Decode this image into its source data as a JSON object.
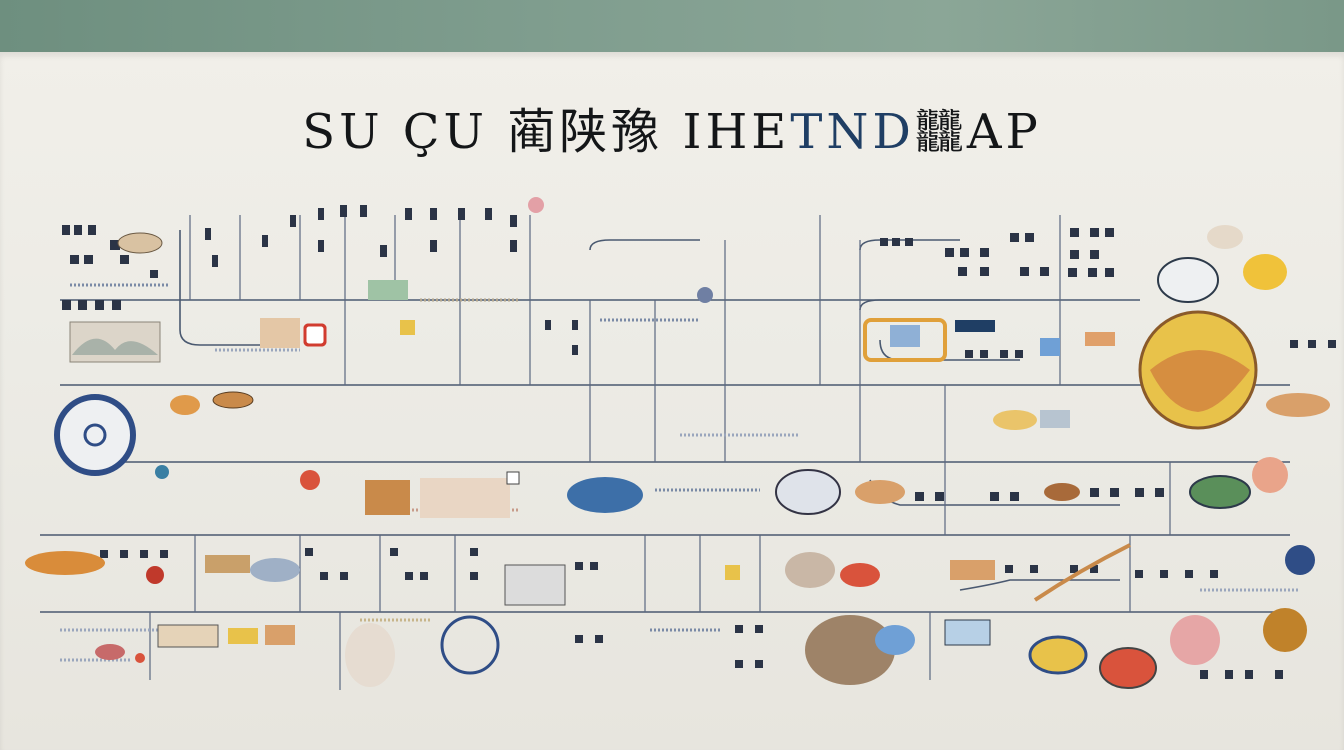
{
  "poster": {
    "title_parts": [
      "SU ÇU 蔺陕豫 ІНЕ",
      "TND",
      "𪚥AP"
    ],
    "colors": {
      "wall": "#7a9888",
      "paper": "#ecebe5",
      "ink_dark": "#141618",
      "ink_blue": "#1f3e64",
      "line": "#4a5970",
      "accent_red": "#c0392b",
      "accent_orange": "#d98c3a",
      "accent_yellow": "#e8c24a"
    }
  }
}
